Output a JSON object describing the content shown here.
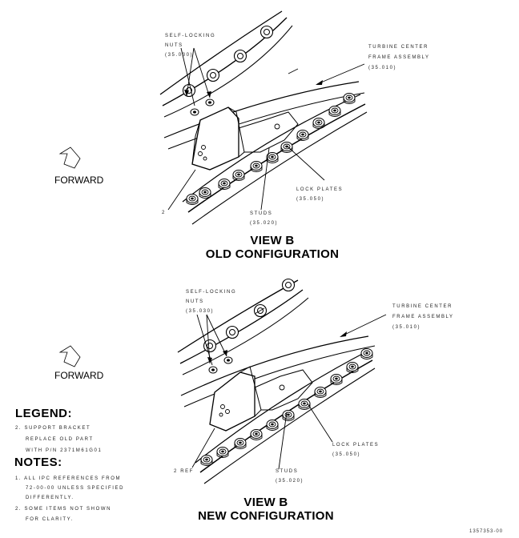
{
  "top_view": {
    "nuts_label": [
      "SELF-LOCKING",
      "NUTS",
      "(35.030)"
    ],
    "frame_label": [
      "TURBINE CENTER",
      "FRAME ASSEMBLY",
      "(35.010)"
    ],
    "forward": "FORWARD",
    "lockplates_label": [
      "LOCK PLATES",
      "(35.050)"
    ],
    "studs_label": [
      "STUDS",
      "(35.020)"
    ],
    "ref": "2",
    "title_1": "VIEW B",
    "title_2": "OLD CONFIGURATION"
  },
  "bottom_view": {
    "nuts_label": [
      "SELF-LOCKING",
      "NUTS",
      "(35.030)"
    ],
    "frame_label": [
      "TURBINE CENTER",
      "FRAME ASSEMBLY",
      "(35.010)"
    ],
    "forward": "FORWARD",
    "lockplates_label": [
      "LOCK PLATES",
      "(35.050)"
    ],
    "studs_label": [
      "STUDS",
      "(35.020)"
    ],
    "ref": "2 REF",
    "title_1": "VIEW B",
    "title_2": "NEW CONFIGURATION"
  },
  "legend": {
    "heading": "LEGEND:",
    "lines": [
      "2. SUPPORT BRACKET",
      "REPLACE OLD PART",
      "WITH P/N 2371M61G01"
    ]
  },
  "notes": {
    "heading": "NOTES:",
    "lines": [
      "1. ALL IPC REFERENCES FROM",
      "72-00-00 UNLESS SPECIFIED",
      "DIFFERENTLY.",
      "2. SOME ITEMS NOT SHOWN",
      "FOR CLARITY."
    ]
  },
  "figure_id": "1357353-00"
}
